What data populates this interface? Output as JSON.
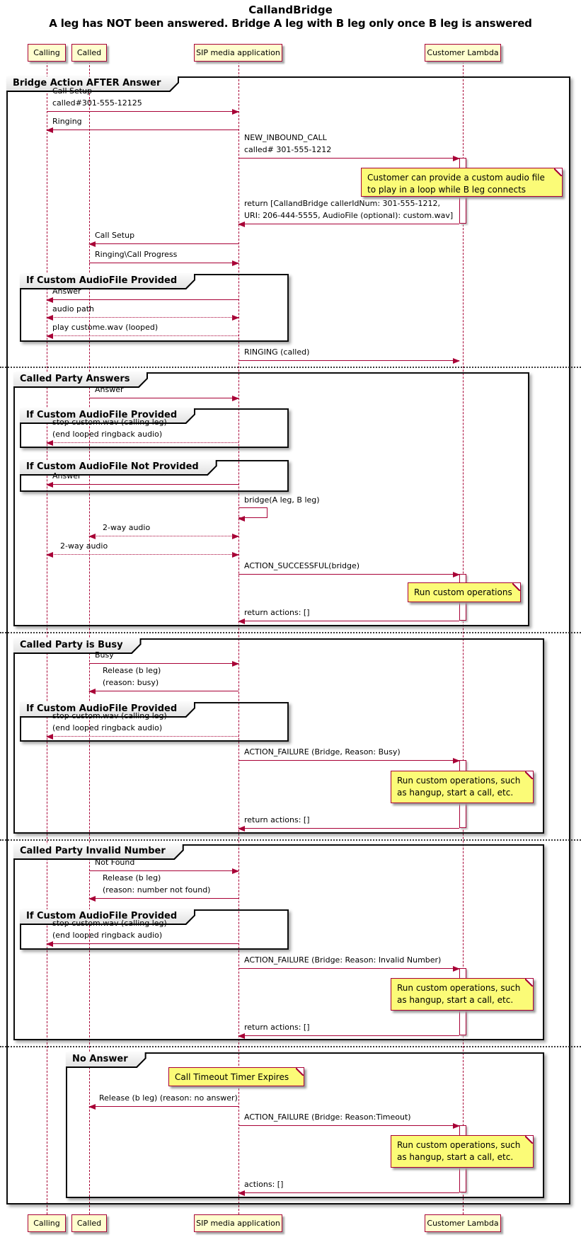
{
  "diagram": {
    "title": "CallandBridge",
    "subtitle": "A leg has NOT been answered. Bridge A leg with B leg only once B leg is answered"
  },
  "participants": [
    {
      "label": "Calling"
    },
    {
      "label": "Called"
    },
    {
      "label": "SIP media application"
    },
    {
      "label": "Customer Lambda"
    }
  ],
  "frames": {
    "bridge_after_answer": "Bridge Action AFTER Answer",
    "called_party_answers": "Called Party Answers",
    "called_party_busy": "Called Party is Busy",
    "called_party_invalid": "Called Party Invalid Number",
    "no_answer": "No Answer",
    "if_audiofile_provided": "If Custom AudioFile Provided",
    "if_audiofile_not_provided": "If Custom AudioFile Not Provided"
  },
  "messages": {
    "call_setup_a": "Call Setup\ncalled#301-555-12125",
    "ringing_a": "Ringing",
    "new_inbound_call": "NEW_INBOUND_CALL\ncalled# 301-555-1212",
    "return_callandbridge": "return [CallandBridge callerIdNum: 301-555-1212,\nURI: 206-444-5555, AudioFile (optional): custom.wav]",
    "call_setup_b": "Call Setup",
    "ringing_call_progress": "Ringing\\Call Progress",
    "answer_to_calling": "Answer",
    "audio_path": "audio path",
    "play_custom_wav": "play custome.wav (looped)",
    "ringing_called": "RINGING (called)",
    "answer_from_called": "Answer",
    "stop_custom_wav": "stop custom.wav (calling leg)\n(end looped ringback audio)",
    "bridge_self": "bridge(A leg, B leg)",
    "two_way_audio": "2-way audio",
    "action_successful": "ACTION_SUCCESSFUL(bridge)",
    "return_actions": "return actions: []",
    "busy": "Busy",
    "release_busy": "Release (b leg)\n(reason: busy)",
    "action_failure_busy": "ACTION_FAILURE (Bridge, Reason: Busy)",
    "not_found": "Not Found",
    "release_not_found": "Release (b leg)\n(reason: number not found)",
    "action_failure_invalid": "ACTION_FAILURE (Bridge: Reason: Invalid Number)",
    "release_no_answer": "Release (b leg) (reason: no answer)",
    "action_failure_timeout": "ACTION_FAILURE (Bridge: Reason:Timeout)",
    "actions_empty": "actions: []"
  },
  "notes": {
    "custom_audio": "Customer can provide a custom audio file\nto play in a loop while B leg connects",
    "run_custom_ops": "Run custom operations",
    "run_custom_ops_long": "Run custom operations, such\nas hangup, start a call, etc.",
    "call_timeout": "Call Timeout Timer Expires"
  },
  "colors": {
    "arrow": "#A80036",
    "lifeline": "#A80036",
    "participant_fill": "#FEFECE",
    "participant_border": "#A80036",
    "note_fill": "#FBFB77",
    "note_border": "#A80036",
    "frame_border": "#0D0D0D",
    "frame_label_fill": "#EEEEEE"
  }
}
